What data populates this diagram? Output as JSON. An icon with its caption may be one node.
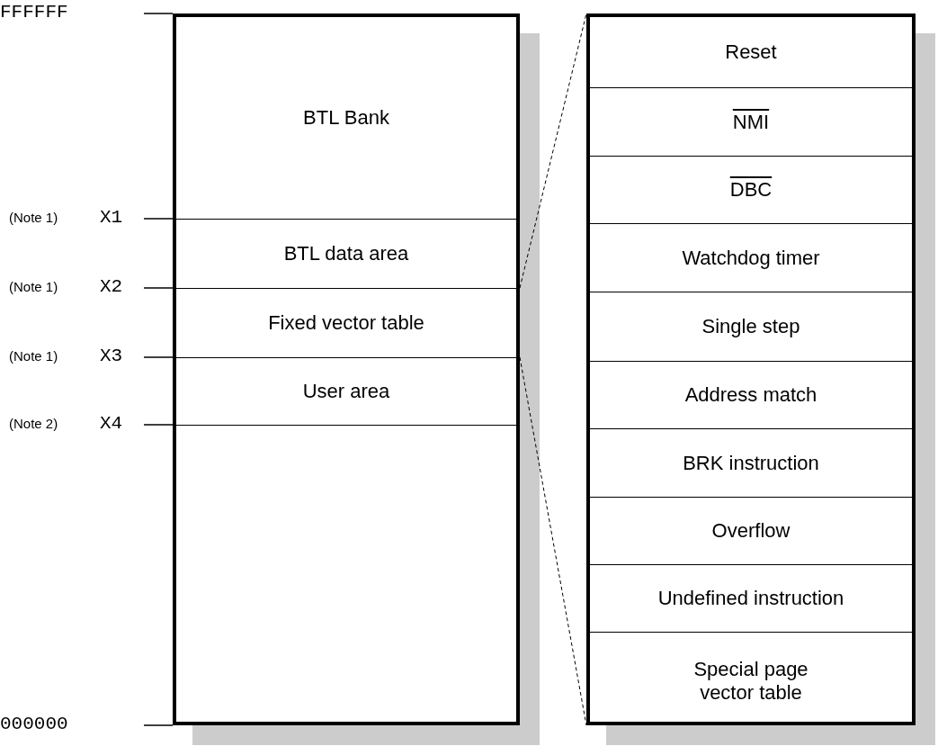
{
  "diagram": {
    "nodes": [
      {
        "text": [
          "BTL Bank"
        ]
      },
      {
        "text": [
          "BTL data area"
        ]
      },
      {
        "text": [
          "Fixed vector table"
        ]
      },
      {
        "text": [
          "User area"
        ]
      },
      {
        "text": [],
        "shape": "box"
      },
      {
        "text": [],
        "shape": "box"
      },
      {
        "text": [
          "Reset"
        ],
        "in": 5
      },
      {
        "text": [
          "NMI"
        ],
        "in": 5
      },
      {
        "text": [
          "DBC"
        ],
        "in": 5
      },
      {
        "text": [
          "Watchdog timer"
        ],
        "in": 5
      },
      {
        "text": [
          "Single step"
        ],
        "in": 5
      },
      {
        "text": [
          "Address match"
        ],
        "in": 5
      },
      {
        "text": [
          "BRK instruction"
        ],
        "in": 5
      },
      {
        "text": [
          "Overflow"
        ],
        "in": 5
      },
      {
        "text": [
          "Undefined instruction"
        ],
        "in": 5
      },
      {
        "text": [
          "Special page vector table"
        ],
        "in": 5
      }
    ],
    "edges": [
      {
        "from": 2,
        "to": 5,
        "arrow": "none",
        "style": "dashed"
      },
      {
        "from": 2,
        "to": 5,
        "arrow": "none",
        "style": "dashed"
      }
    ],
    "labels": [
      "FFFFFF",
      "(Note 1)",
      "X1",
      "(Note 1)",
      "X2",
      "(Note 1)",
      "X3",
      "(Note 2)",
      "X4",
      "000000"
    ]
  }
}
